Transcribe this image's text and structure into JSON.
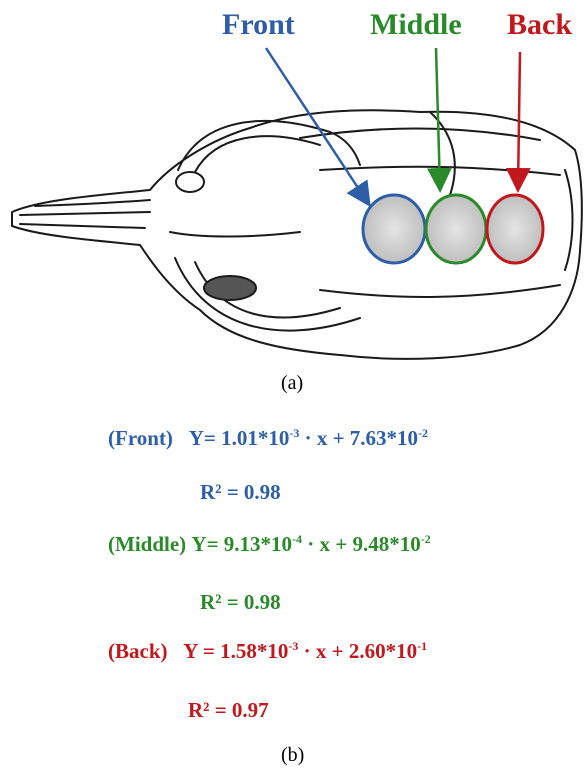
{
  "colors": {
    "front": "#2e5ea8",
    "middle": "#2a8a2a",
    "back": "#c0181c"
  },
  "labels": {
    "front": "Front",
    "middle": "Middle",
    "back": "Back"
  },
  "captions": {
    "a": "(a)",
    "b": "(b)"
  },
  "equations": {
    "front": {
      "tag": "(Front)",
      "base1": "Y= 1.01*10",
      "exp1": "-3",
      "mid": " · x + 7.63*10",
      "exp2": "-2",
      "r2": "R² = 0.98"
    },
    "middle": {
      "tag": "(Middle)",
      "base1": "Y= 9.13*10",
      "exp1": "-4",
      "mid": " · x + 9.48*10",
      "exp2": "-2",
      "r2": "R² = 0.98"
    },
    "back": {
      "tag": "(Back)",
      "base1": "Y = 1.58*10",
      "exp1": "-3",
      "mid": " · x + 2.60*10",
      "exp2": "-1",
      "r2": "R² = 0.97"
    }
  }
}
